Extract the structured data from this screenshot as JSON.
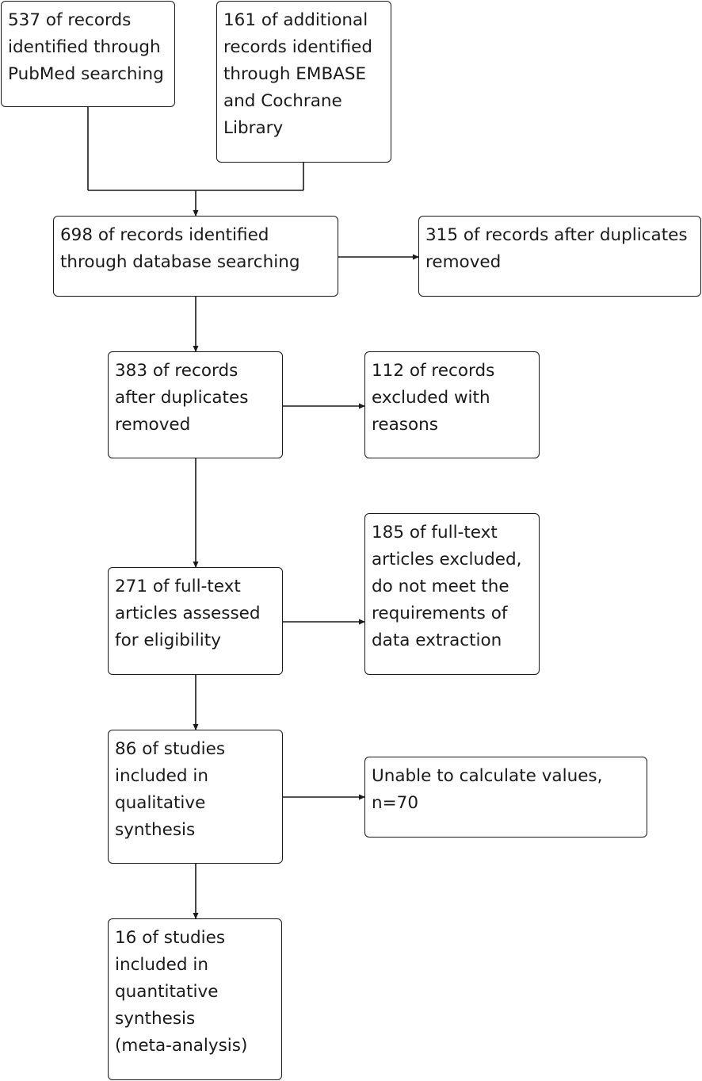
{
  "flowchart": {
    "nodes": {
      "pubmed": "537 of records\nidentified through\nPubMed searching",
      "embase": "161 of additional\nrecords identified\nthrough EMBASE\nand Cochrane\nLibrary",
      "identified": "698 of records identified\nthrough database searching",
      "duplicates_removed_side": "315 of records after duplicates\nremoved",
      "after_duplicates": "383 of records\nafter duplicates\nremoved",
      "excluded_reasons": "112 of records\nexcluded with\nreasons",
      "fulltext_excluded": "185 of full-text\narticles excluded,\ndo not meet the\nrequirements of\ndata extraction",
      "fulltext_assessed": "271 of full-text\narticles assessed\nfor eligibility",
      "qualitative": "86 of studies\nincluded in\nqualitative\nsynthesis",
      "unable_calc": "Unable to calculate values,\nn=70",
      "quantitative": "16 of studies\nincluded in\nquantitative\nsynthesis\n(meta-analysis)"
    }
  }
}
